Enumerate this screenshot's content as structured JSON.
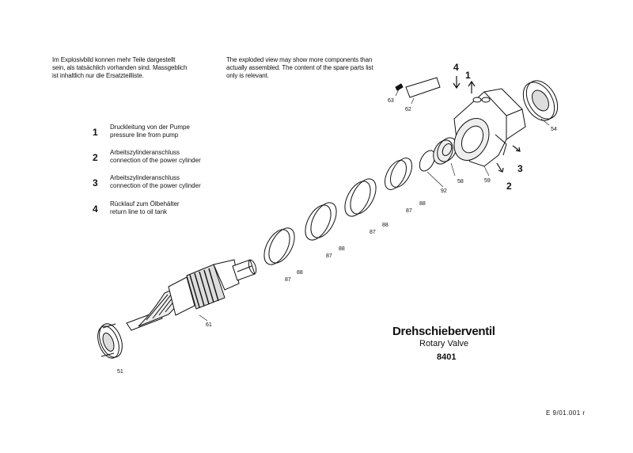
{
  "notes": {
    "de": [
      "Im Explosivbild konnen mehr Teile dargestellt",
      "sein, als tatsächlich vorhanden sind. Massgeblich",
      "ist inhaltlich nur die Ersatzteilliste."
    ],
    "en": [
      "The exploded view may show more components than",
      "actually assembled. The content of the spare parts list",
      "only is relevant."
    ]
  },
  "legend": [
    {
      "num": "1",
      "de": "Druckleitung von der Pumpe",
      "en": "pressure line from pump"
    },
    {
      "num": "2",
      "de": "Arbeitszylinderanschluss",
      "en": "connection of the power cylinder"
    },
    {
      "num": "3",
      "de": "Arbeitszylinderanschluss",
      "en": "connection of the power cylinder"
    },
    {
      "num": "4",
      "de": "Rücklauf zum Ölbehälter",
      "en": "return line to oil tank"
    }
  ],
  "callouts": {
    "c51": "51",
    "c61": "61",
    "c87a": "87",
    "c88a": "88",
    "c87b": "87",
    "c88b": "88",
    "c87c": "87",
    "c88c": "88",
    "c87d": "87",
    "c88d": "88",
    "c92": "92",
    "c58": "58",
    "c59": "59",
    "c54": "54",
    "c62": "62",
    "c63": "63"
  },
  "ports": {
    "p1": "1",
    "p2": "2",
    "p3": "3",
    "p4": "4"
  },
  "title": {
    "de": "Drehschieberventil",
    "en": "Rotary Valve",
    "number": "8401"
  },
  "reference": "E 9/01.001 r"
}
